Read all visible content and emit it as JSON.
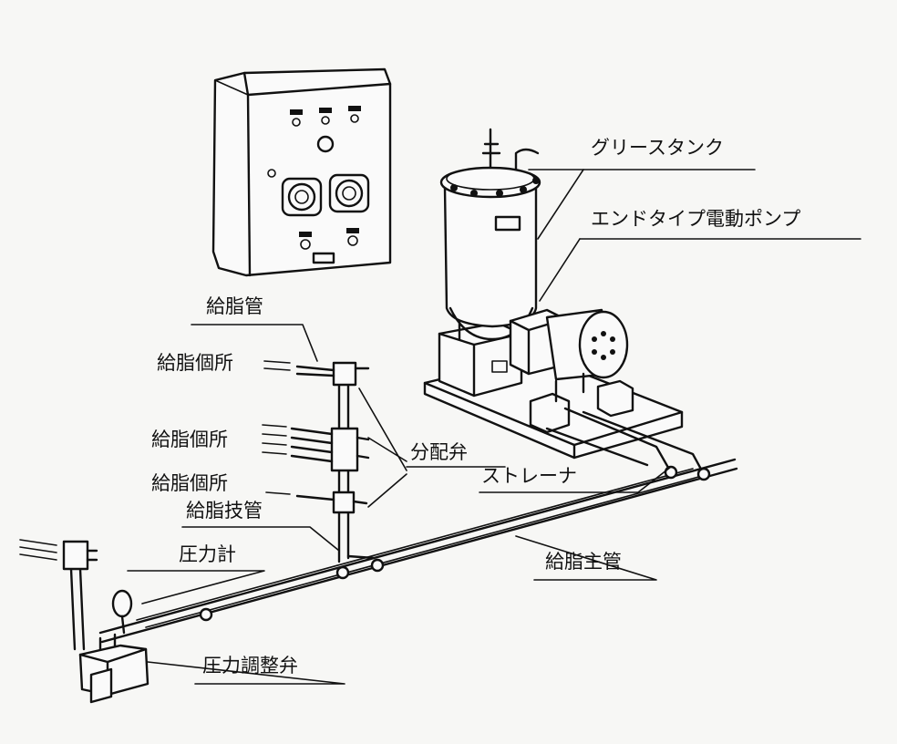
{
  "labels": {
    "grease_tank": "グリースタンク",
    "end_type_pump": "エンドタイプ電動ポンプ",
    "supply_pipe": "給脂管",
    "point_1": "給脂個所",
    "point_2": "給脂個所",
    "point_3": "給脂個所",
    "distribution_valve": "分配弁",
    "strainer": "ストレーナ",
    "branch_pipe": "給脂技管",
    "pressure_gauge": "圧力計",
    "main_pipe": "給脂主管",
    "pressure_regulator": "圧力調整弁"
  },
  "icons": [
    "control-panel-icon",
    "grease-tank-icon",
    "electric-pump-icon",
    "distribution-valve-icon",
    "pressure-gauge-icon",
    "pressure-regulator-icon",
    "strainer-icon"
  ]
}
